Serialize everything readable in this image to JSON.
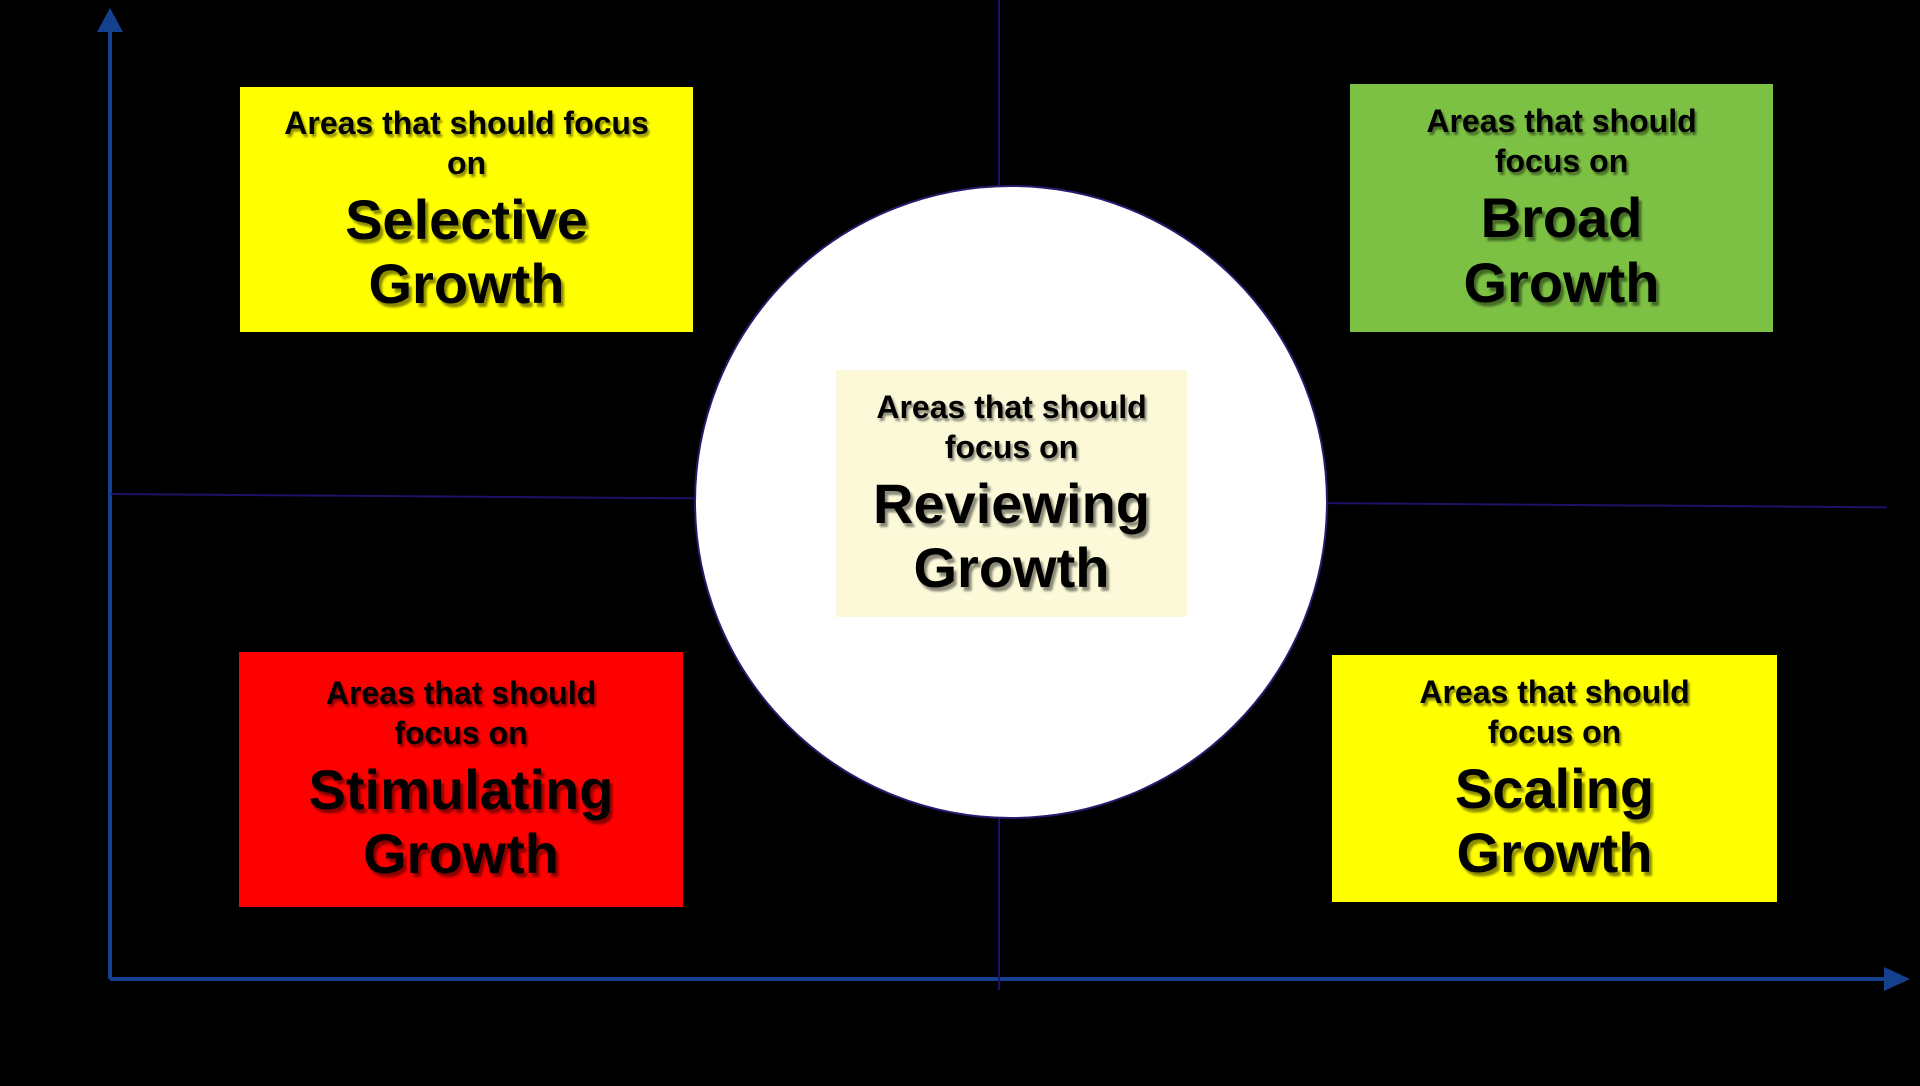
{
  "page": {
    "background": "#000000"
  },
  "axes": {
    "y_axis": {
      "color": "#14408e"
    },
    "x_axis": {
      "color": "#14408e"
    },
    "mid_horizontal": {
      "color": "#1c1266"
    },
    "mid_vertical": {
      "color": "#1c1266"
    }
  },
  "circle": {
    "fill": "#ffffff",
    "border": "#2a1a6e"
  },
  "boxes": {
    "top_left": {
      "intro": "Areas that should focus\non",
      "title": "Selective\nGrowth",
      "bg": "#ffff00",
      "text_color": "#000000"
    },
    "top_right": {
      "intro": "Areas that should\nfocus on",
      "title": "Broad\nGrowth",
      "bg": "#7cc143",
      "text_color": "#000000"
    },
    "bottom_left": {
      "intro": "Areas that should\nfocus on",
      "title": "Stimulating\nGrowth",
      "bg": "#ff0000",
      "text_color": "#000000"
    },
    "bottom_right": {
      "intro": "Areas that should\nfocus on",
      "title": "Scaling\nGrowth",
      "bg": "#ffff00",
      "text_color": "#000000"
    },
    "center": {
      "intro": "Areas that should\nfocus on",
      "title": "Reviewing\nGrowth",
      "bg": "#fbf9d8",
      "text_color": "#000000"
    }
  }
}
